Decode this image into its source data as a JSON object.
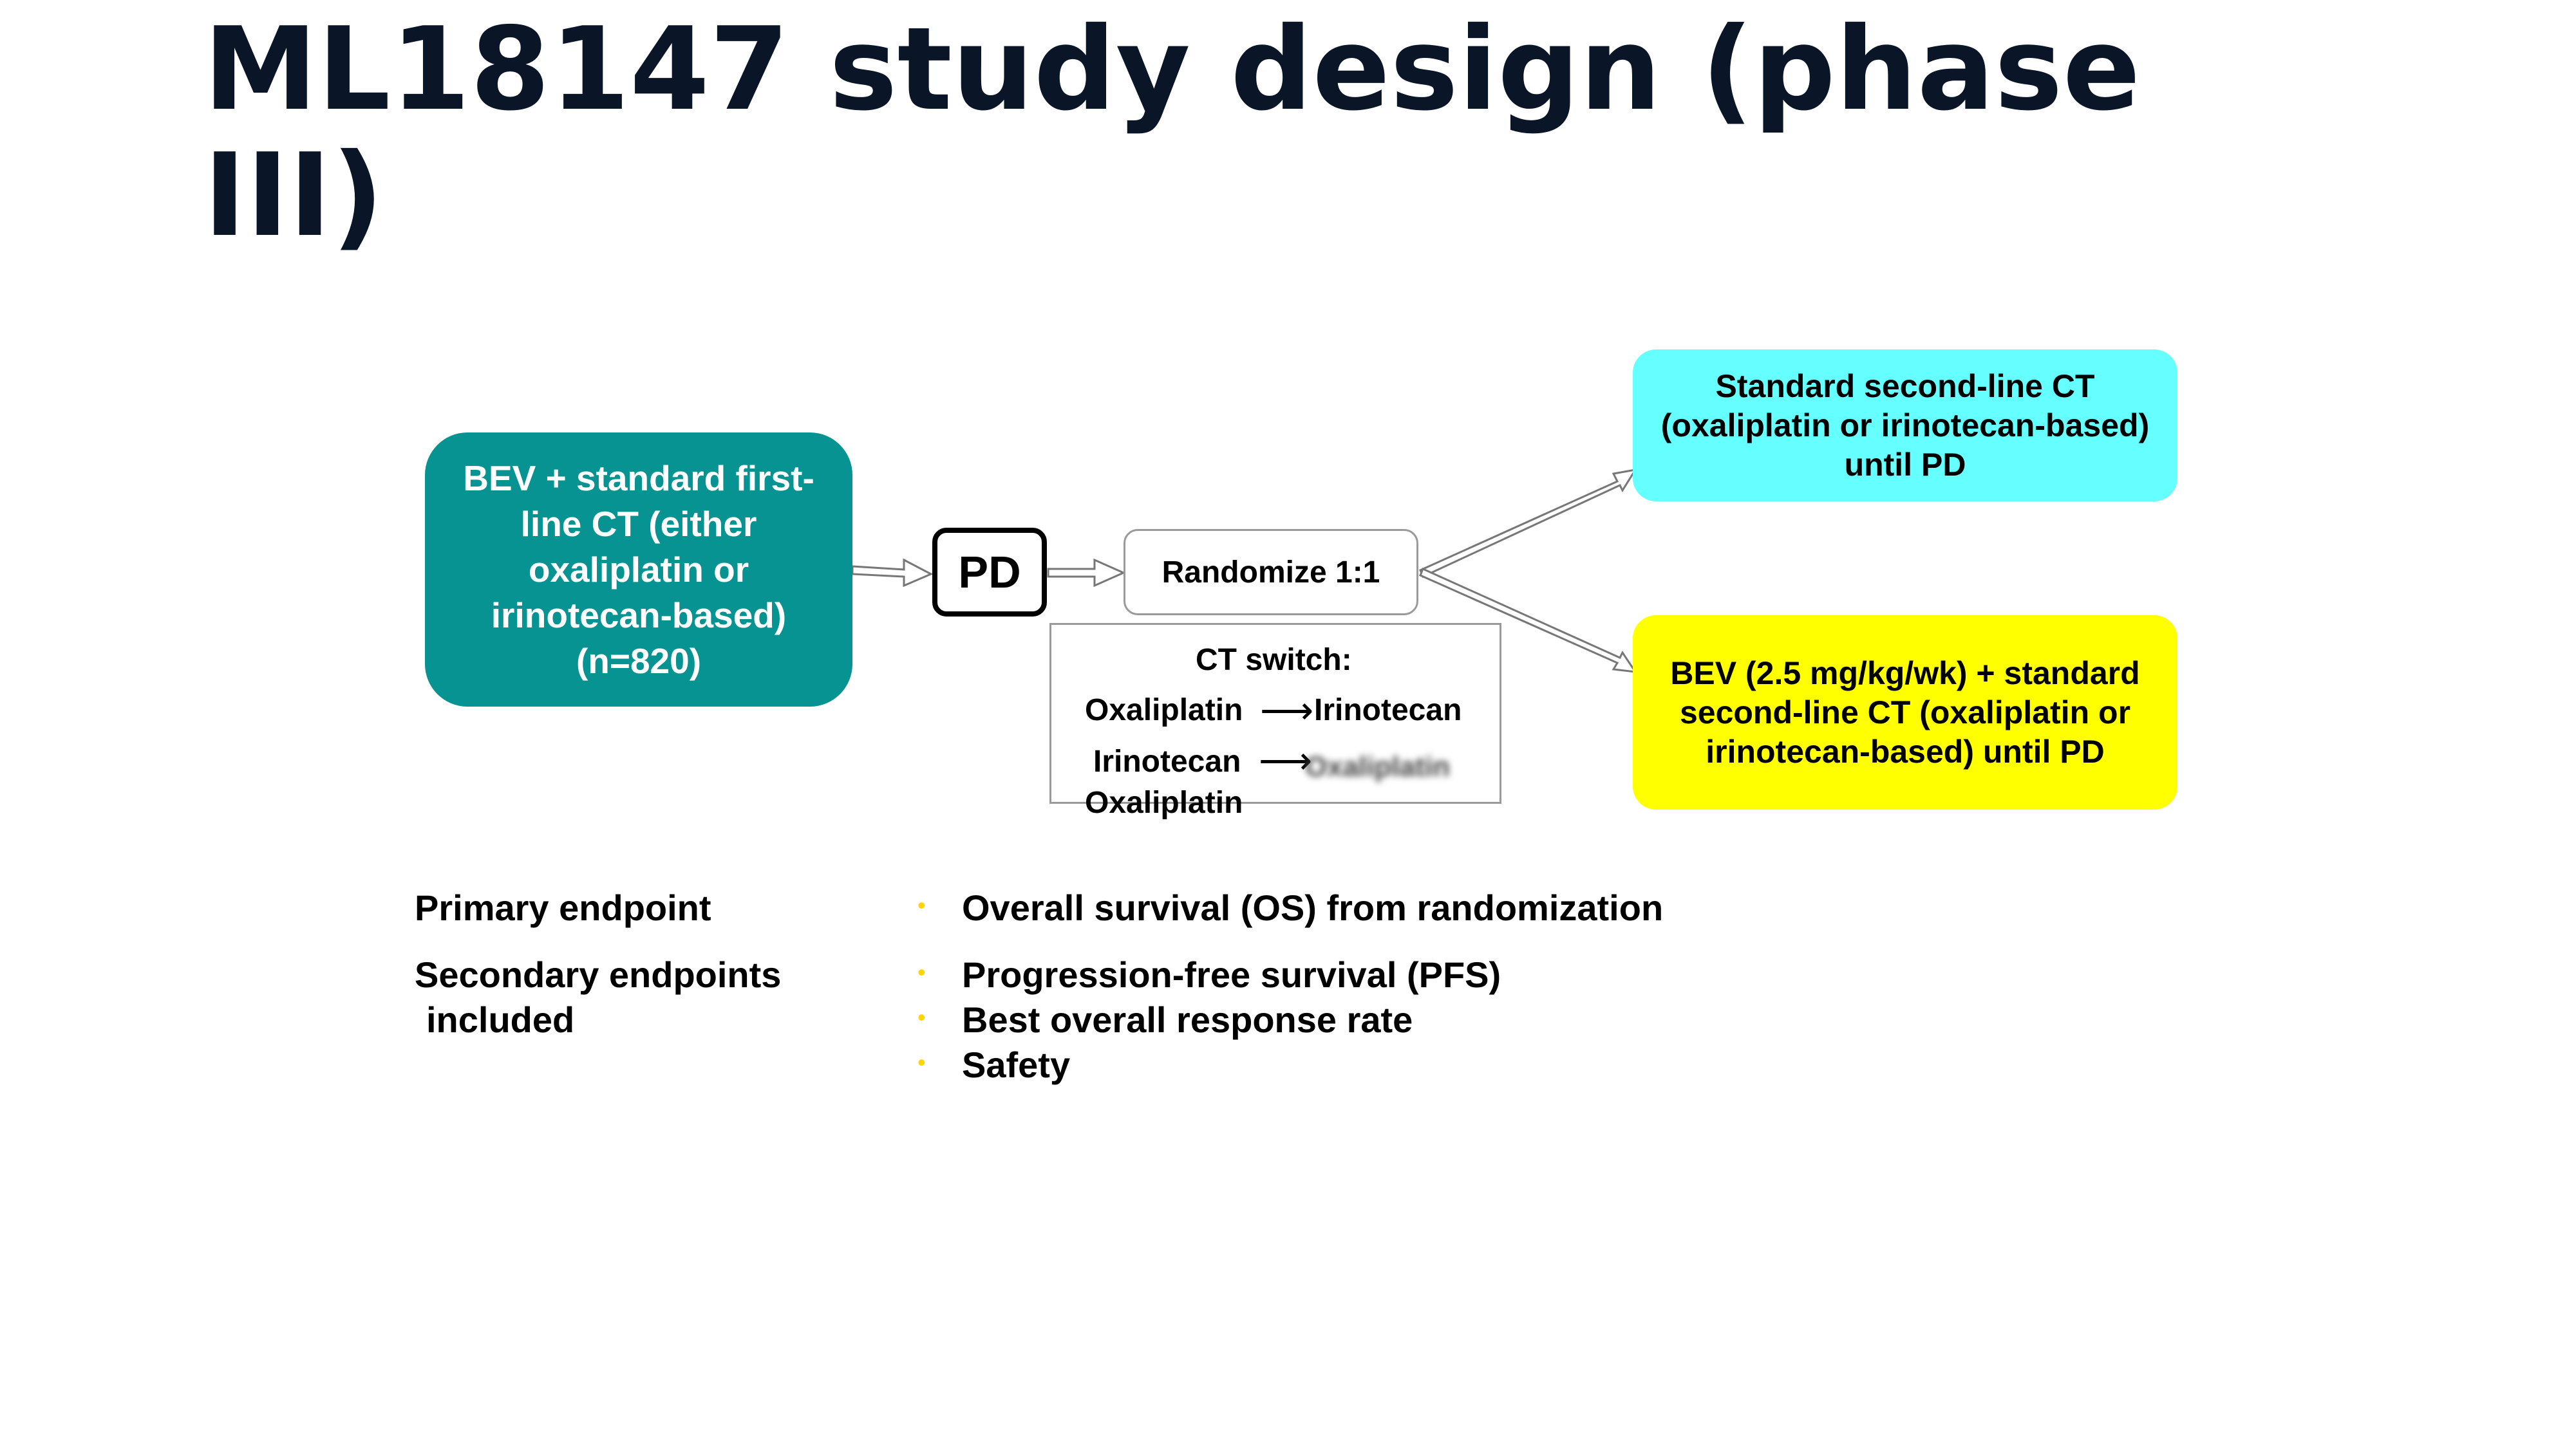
{
  "slide": {
    "title": "ML18147 study design (phase III)"
  },
  "diagram": {
    "bev_box": "BEV + standard first-line CT (either oxaliplatin or irinotecan-based) (n=820)",
    "pd": "PD",
    "randomize": "Randomize 1:1",
    "ct_switch": {
      "heading": "CT switch:",
      "line1_from": "Oxaliplatin",
      "line1_to": "Irinotecan",
      "line2_from": "Irinotecan",
      "line2_to": "Oxaliplatin",
      "line2_overflow": "Oxaliplatin",
      "arrow_glyph": "⟶"
    },
    "arm_standard": "Standard second-line CT (oxaliplatin or irinotecan-based) until PD",
    "arm_bev": "BEV (2.5 mg/kg/wk) + standard second-line CT (oxaliplatin or irinotecan-based) until PD",
    "colors": {
      "bev_box": "#069391",
      "arm_standard": "#66ffff",
      "arm_bev": "#ffff00",
      "bullet": "#ffd500"
    }
  },
  "endpoints": {
    "primary_label": "Primary endpoint",
    "primary_items": [
      "Overall survival (OS) from randomization"
    ],
    "secondary_label_line1": "Secondary endpoints",
    "secondary_label_line2": "included",
    "secondary_items": [
      "Progression-free survival (PFS)",
      "Best overall response rate",
      "Safety"
    ],
    "bullet_glyph": "•"
  }
}
